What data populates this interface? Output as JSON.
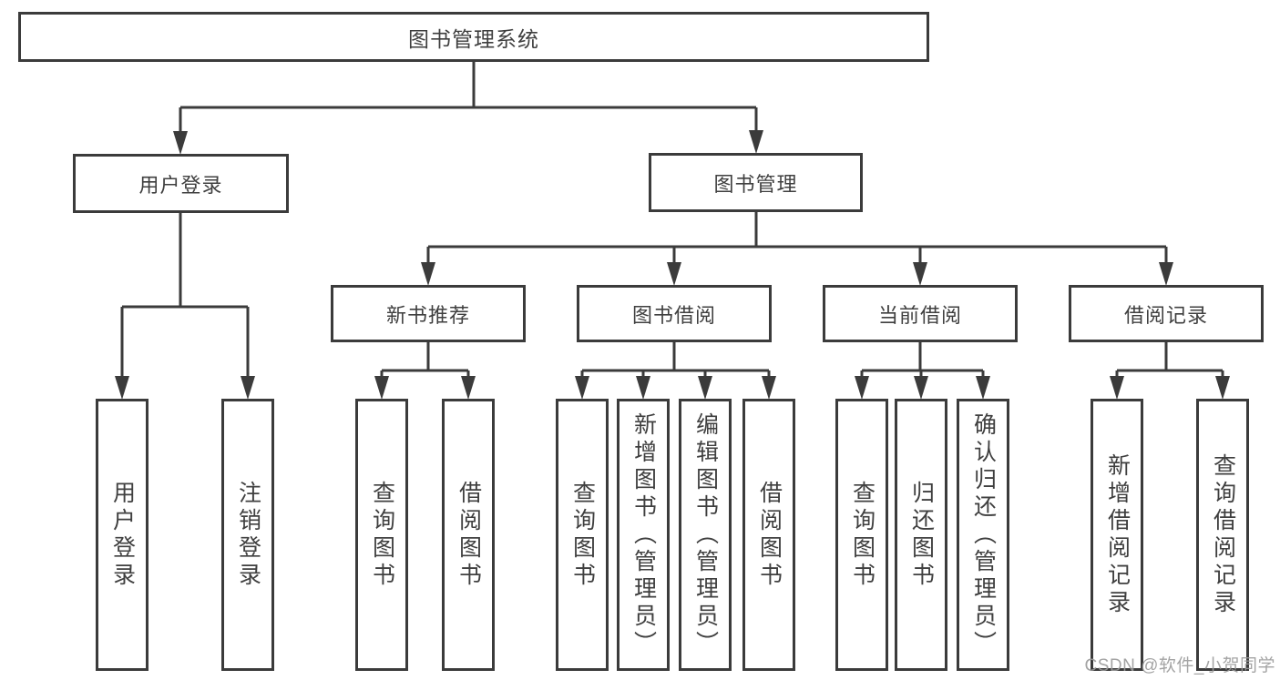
{
  "diagram": {
    "root": "图书管理系统",
    "branches": [
      {
        "label": "用户登录",
        "children": [
          "用户登录",
          "注销登录"
        ]
      },
      {
        "label": "图书管理",
        "children": [
          {
            "label": "新书推荐",
            "children": [
              "查询图书",
              "借阅图书"
            ]
          },
          {
            "label": "图书借阅",
            "children": [
              "查询图书",
              "新增图书（管理员）",
              "编辑图书（管理员）",
              "借阅图书"
            ]
          },
          {
            "label": "当前借阅",
            "children": [
              "查询图书",
              "归还图书",
              "确认归还（管理员）"
            ]
          },
          {
            "label": "借阅记录",
            "children": [
              "新增借阅记录",
              "查询借阅记录"
            ]
          }
        ]
      }
    ]
  },
  "watermark": {
    "text": "CSDN @软件_小贺同学"
  },
  "colors": {
    "line": "#3b3b3b",
    "text": "#3f3f3f",
    "watermark_text": "#9b9b9b",
    "background": "#ffffff"
  }
}
